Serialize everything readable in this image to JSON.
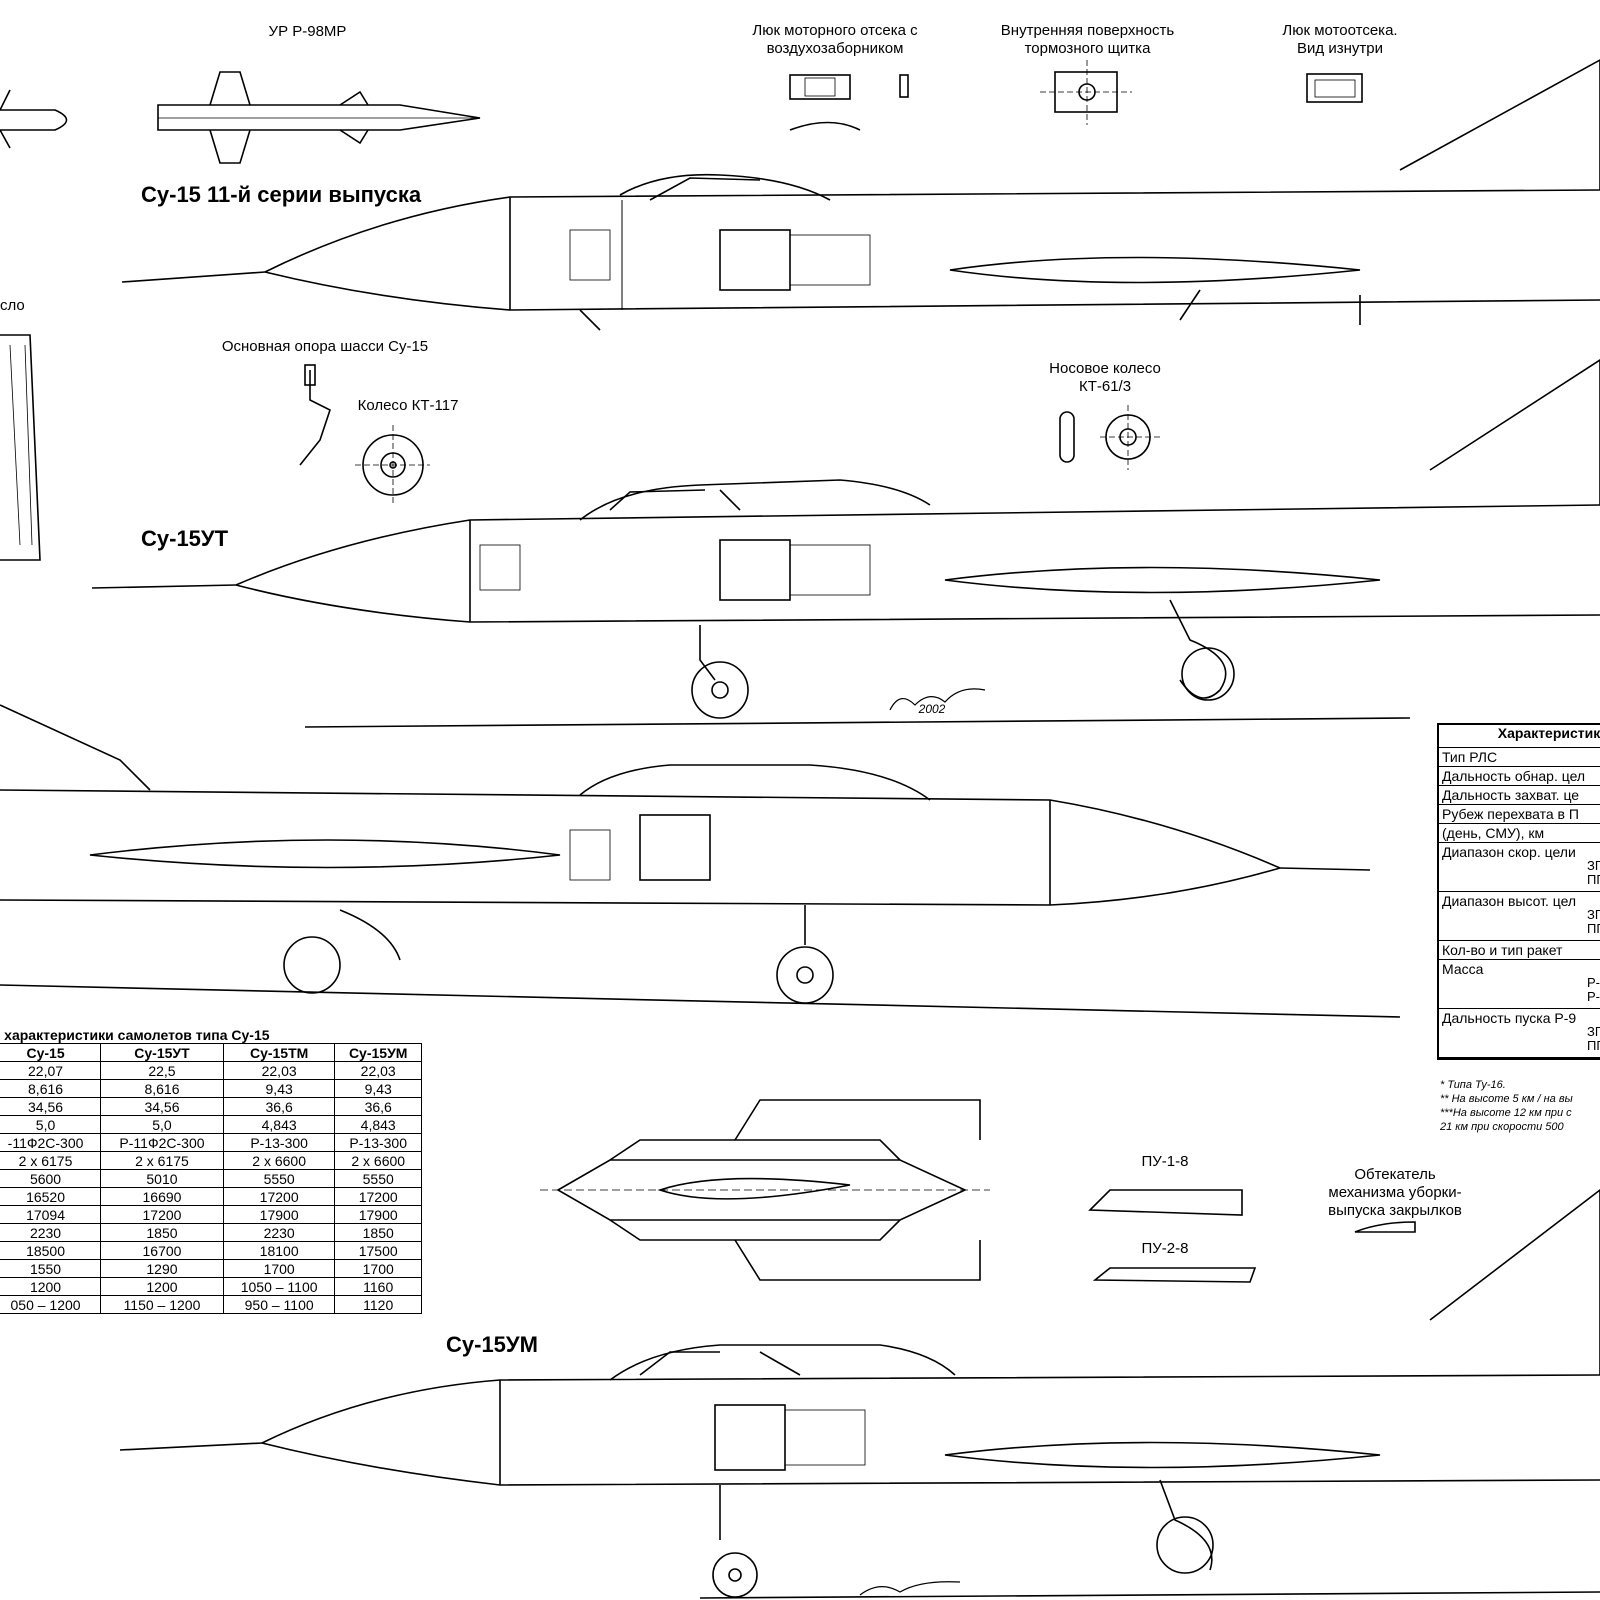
{
  "labels": {
    "missile": "УР Р-98МР",
    "engine_hatch": "Люк моторного отсека с\nвоздухозаборником",
    "brake_flap": "Внутренняя поверхность\nтормозного щитка",
    "motor_hatch": "Люк мотоотсека.\nВид изнутри",
    "left_cut": "сло",
    "main_gear": "Основная опора шасси Су-15",
    "wheel_kt117": "Колесо КТ-117",
    "nose_wheel": "Носовое колесо\nКТ-61/3",
    "pu18": "ПУ-1-8",
    "pu28": "ПУ-2-8",
    "flap_fairing": "Обтекатель\nмеханизма уборки-\nвыпуска закрылков",
    "signature_year": "2002"
  },
  "titles": {
    "su15": "Су-15 11-й серии выпуска",
    "su15ut": "Су-15УТ",
    "su15um": "Су-15УМ"
  },
  "perf_table": {
    "caption": "е характеристики самолетов типа Су-15",
    "headers": [
      "Су-15",
      "Су-15УТ",
      "Су-15ТМ",
      "Су-15УМ"
    ],
    "rows": [
      [
        "22,07",
        "22,5",
        "22,03",
        "22,03"
      ],
      [
        "8,616",
        "8,616",
        "9,43",
        "9,43"
      ],
      [
        "34,56",
        "34,56",
        "36,6",
        "36,6"
      ],
      [
        "5,0",
        "5,0",
        "4,843",
        "4,843"
      ],
      [
        "-11Ф2С-300",
        "Р-11Ф2С-300",
        "Р-13-300",
        "Р-13-300"
      ],
      [
        "2 x 6175",
        "2 x 6175",
        "2 x 6600",
        "2 x 6600"
      ],
      [
        "5600",
        "5010",
        "5550",
        "5550"
      ],
      [
        "16520",
        "16690",
        "17200",
        "17200"
      ],
      [
        "17094",
        "17200",
        "17900",
        "17900"
      ],
      [
        "2230",
        "1850",
        "2230",
        "1850"
      ],
      [
        "18500",
        "16700",
        "18100",
        "17500"
      ],
      [
        "1550",
        "1290",
        "1700",
        "1700"
      ],
      [
        "1200",
        "1200",
        "1050 – 1100",
        "1160"
      ],
      [
        "050 – 1200",
        "1150 – 1200",
        "950 – 1100",
        "1120"
      ]
    ]
  },
  "radar_table": {
    "title": "Характеристик",
    "rows": [
      {
        "label": "Тип РЛС",
        "sub": ""
      },
      {
        "label": "Дальность обнар. цел",
        "sub": ""
      },
      {
        "label": "Дальность захват. це",
        "sub": ""
      },
      {
        "label": "Рубеж перехвата в П",
        "sub": ""
      },
      {
        "label": "(день, СМУ),  км",
        "sub": ""
      },
      {
        "label": "Диапазон скор. цели",
        "sub": "ЗП\nПП"
      },
      {
        "label": "Диапазон высот. цел",
        "sub": "ЗП\nПП"
      },
      {
        "label": "Кол-во и тип ракет",
        "sub": ""
      },
      {
        "label": "Масса",
        "sub": "Р-\nР-"
      },
      {
        "label": "Дальность пуска Р-9",
        "sub": "ЗП\nПП"
      }
    ],
    "notes": [
      "* Типа Ту-16.",
      "** На высоте 5 км / на вы",
      "***На высоте 12 км при с",
      "21 км при скорости 500"
    ]
  }
}
